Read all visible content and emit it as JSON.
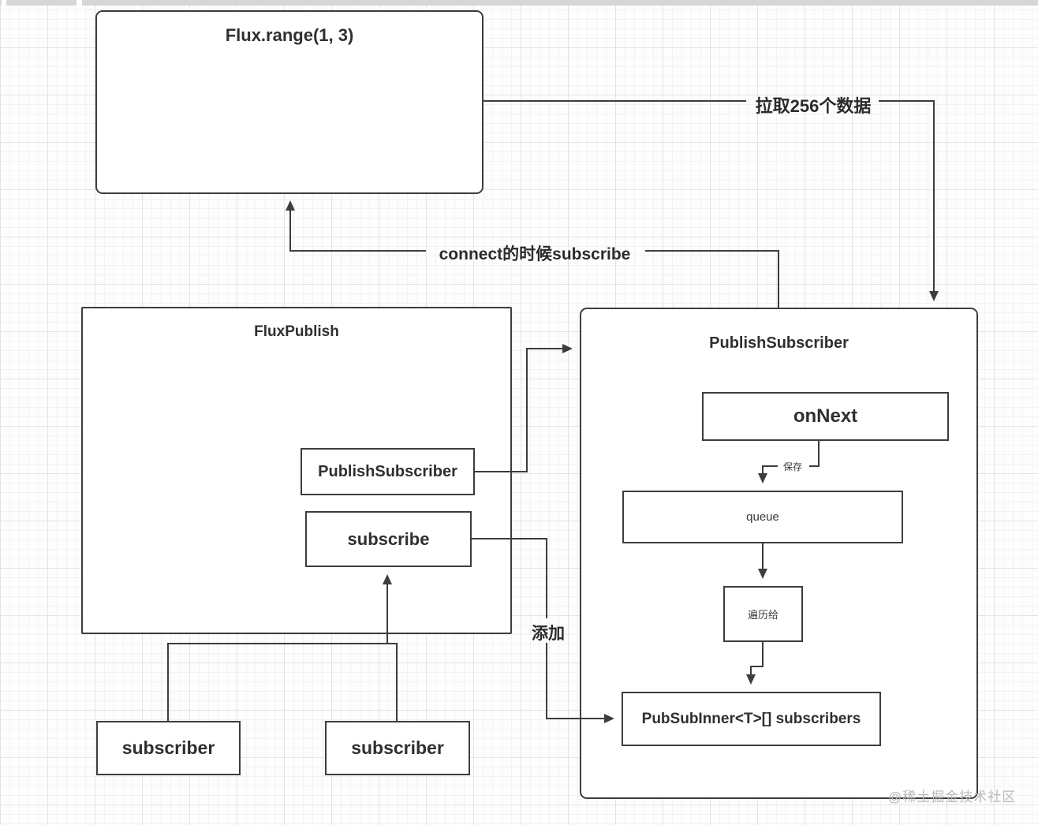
{
  "diagram": {
    "flux_range": {
      "title": "Flux.range(1, 3)"
    },
    "flux_publish": {
      "title": "FluxPublish",
      "publish_subscriber_label": "PublishSubscriber",
      "subscribe_label": "subscribe"
    },
    "publish_subscriber_panel": {
      "title": "PublishSubscriber",
      "on_next_label": "onNext",
      "queue_label": "queue",
      "traverse_label": "遍历给",
      "subscribers_array_label": "PubSubInner<T>[] subscribers"
    },
    "subscribers": [
      "subscriber",
      "subscriber"
    ],
    "edge_labels": {
      "pull": "拉取256个数据",
      "connect": "connect的时候subscribe",
      "add": "添加",
      "save": "保存"
    },
    "watermark": "@稀土掘金技术社区",
    "colors": {
      "line": "#3d3d3d",
      "text": "#2f2f2f",
      "watermark": "#b9b9b9"
    }
  }
}
